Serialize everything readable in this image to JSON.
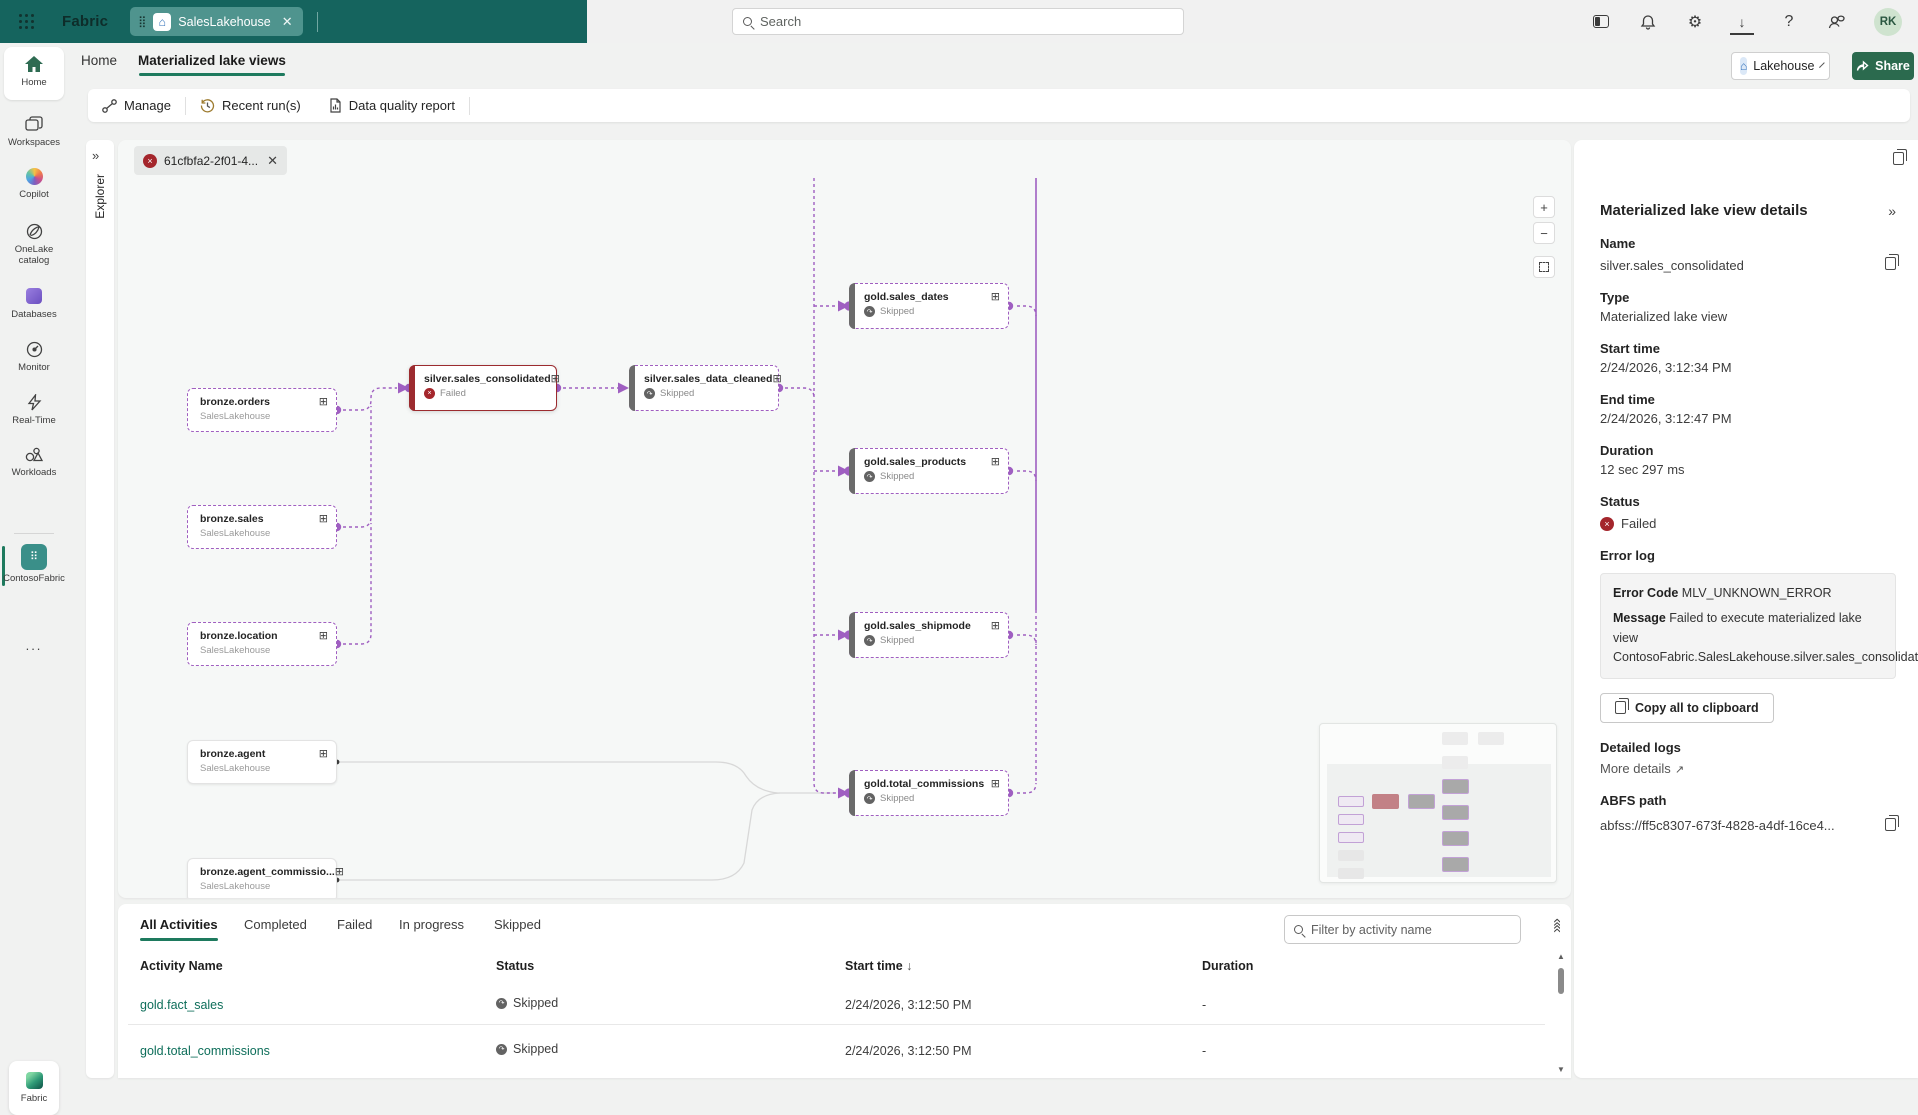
{
  "topbar": {
    "brand": "Fabric",
    "open_tab": "SalesLakehouse",
    "search_placeholder": "Search",
    "avatar_initials": "RK"
  },
  "ribbon": {
    "tab_home": "Home",
    "tab_mlv": "Materialized lake views",
    "item_type": "Lakehouse",
    "share": "Share"
  },
  "toolbar": {
    "manage": "Manage",
    "recent_runs": "Recent run(s)",
    "data_quality": "Data quality report"
  },
  "nav": {
    "items": [
      {
        "label": "Home"
      },
      {
        "label": "Workspaces"
      },
      {
        "label": "Copilot"
      },
      {
        "label": "OneLake catalog"
      },
      {
        "label": "Databases"
      },
      {
        "label": "Monitor"
      },
      {
        "label": "Real-Time"
      },
      {
        "label": "Workloads"
      },
      {
        "label": "ContosoFabric"
      }
    ],
    "more": "...",
    "bottom": "Fabric"
  },
  "explorer": {
    "label": "Explorer"
  },
  "canvas": {
    "run_tab": "61cfbfa2-2f01-4...",
    "nodes": [
      {
        "title": "bronze.orders",
        "sub": "SalesLakehouse",
        "variant": "dashed"
      },
      {
        "title": "bronze.sales",
        "sub": "SalesLakehouse",
        "variant": "dashed"
      },
      {
        "title": "bronze.location",
        "sub": "SalesLakehouse",
        "variant": "dashed"
      },
      {
        "title": "bronze.agent",
        "sub": "SalesLakehouse",
        "variant": "plain"
      },
      {
        "title": "bronze.agent_commissio...",
        "sub": "SalesLakehouse",
        "variant": "plain"
      },
      {
        "title": "silver.sales_consolidated",
        "status": "Failed",
        "variant": "failed"
      },
      {
        "title": "silver.sales_data_cleaned",
        "status": "Skipped",
        "variant": "skipped"
      },
      {
        "title": "gold.sales_dates",
        "status": "Skipped",
        "variant": "skipped"
      },
      {
        "title": "gold.sales_products",
        "status": "Skipped",
        "variant": "skipped"
      },
      {
        "title": "gold.sales_shipmode",
        "status": "Skipped",
        "variant": "skipped"
      },
      {
        "title": "gold.total_commissions",
        "status": "Skipped",
        "variant": "skipped"
      }
    ]
  },
  "details": {
    "title": "Materialized lake view details",
    "name_label": "Name",
    "name": "silver.sales_consolidated",
    "type_label": "Type",
    "type": "Materialized lake view",
    "start_label": "Start time",
    "start": "2/24/2026, 3:12:34 PM",
    "end_label": "End time",
    "end": "2/24/2026, 3:12:47 PM",
    "duration_label": "Duration",
    "duration": "12 sec 297 ms",
    "status_label": "Status",
    "status": "Failed",
    "error_log_label": "Error log",
    "error_code_label": "Error Code",
    "error_code": "MLV_UNKNOWN_ERROR",
    "message_label": "Message",
    "message": "Failed to execute materialized lake view ContosoFabric.SalesLakehouse.silver.sales_consolidated.",
    "copy_all": "Copy all to clipboard",
    "detailed_logs_label": "Detailed logs",
    "more_details": "More details",
    "abfs_label": "ABFS path",
    "abfs": "abfss://ff5c8307-673f-4828-a4df-16ce4..."
  },
  "activities": {
    "tabs": [
      {
        "label": "All Activities"
      },
      {
        "label": "Completed"
      },
      {
        "label": "Failed"
      },
      {
        "label": "In progress"
      },
      {
        "label": "Skipped"
      }
    ],
    "filter_placeholder": "Filter by activity name",
    "columns": [
      {
        "label": "Activity Name"
      },
      {
        "label": "Status"
      },
      {
        "label": "Start time"
      },
      {
        "label": "Duration"
      }
    ],
    "sort_indicator": "↓",
    "rows": [
      {
        "name": "gold.fact_sales",
        "status": "Skipped",
        "start": "2/24/2026, 3:12:50 PM",
        "duration": "-"
      },
      {
        "name": "gold.total_commissions",
        "status": "Skipped",
        "start": "2/24/2026, 3:12:50 PM",
        "duration": "-"
      }
    ]
  },
  "colors": {
    "accent_green": "#1e7a5e",
    "topbar_teal": "#15645e",
    "lineage_purple": "#9f5fc1",
    "failed_red": "#a4262c",
    "skipped_gray": "#636363"
  }
}
